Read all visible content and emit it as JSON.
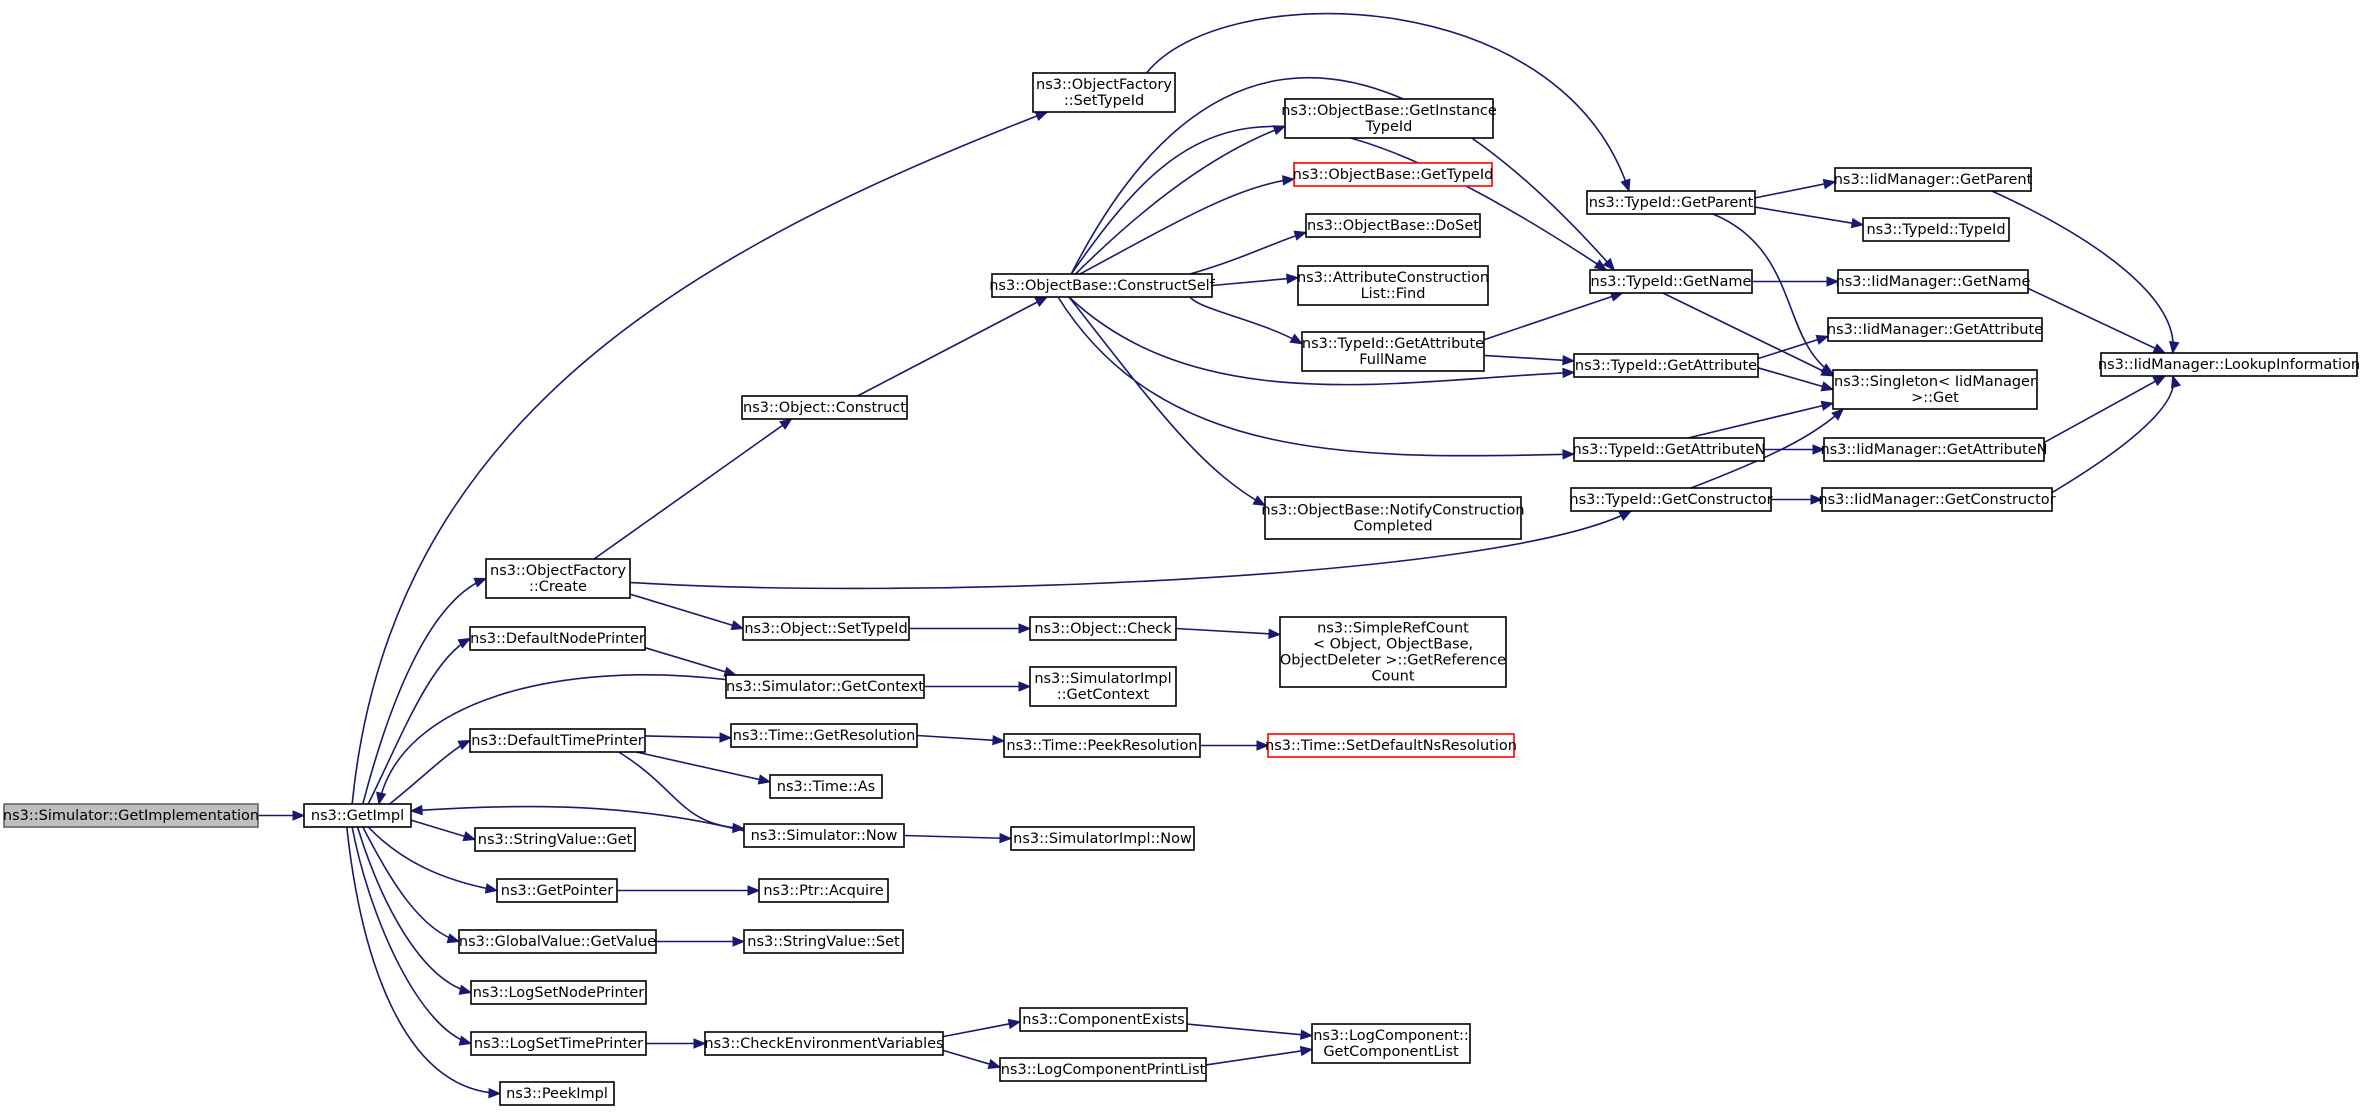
{
  "graph": {
    "type": "call-graph",
    "node_label_color": "#000000",
    "edge_color": "#191970",
    "root_fill": "#bfbfbf",
    "highlight_border": "#ff0000",
    "nodes": [
      {
        "id": "n_sim_getimpl",
        "lines": [
          "ns3::Simulator::GetImplementation"
        ],
        "style": "root"
      },
      {
        "id": "n_getimpl",
        "lines": [
          "ns3::GetImpl"
        ]
      },
      {
        "id": "n_of_settypeid",
        "lines": [
          "ns3::ObjectFactory",
          "::SetTypeId"
        ]
      },
      {
        "id": "n_ob_getinst",
        "lines": [
          "ns3::ObjectBase::GetInstance",
          "TypeId"
        ]
      },
      {
        "id": "n_ob_gettypeid",
        "lines": [
          "ns3::ObjectBase::GetTypeId"
        ],
        "style": "red"
      },
      {
        "id": "n_ob_doset",
        "lines": [
          "ns3::ObjectBase::DoSet"
        ]
      },
      {
        "id": "n_ob_construct",
        "lines": [
          "ns3::ObjectBase::ConstructSelf"
        ]
      },
      {
        "id": "n_acl_find",
        "lines": [
          "ns3::AttributeConstruction",
          "List::Find"
        ]
      },
      {
        "id": "n_tid_getattrfull",
        "lines": [
          "ns3::TypeId::GetAttribute",
          "FullName"
        ]
      },
      {
        "id": "n_obj_construct",
        "lines": [
          "ns3::Object::Construct"
        ]
      },
      {
        "id": "n_ob_notify",
        "lines": [
          "ns3::ObjectBase::NotifyConstruction",
          "Completed"
        ]
      },
      {
        "id": "n_tid_getparent",
        "lines": [
          "ns3::TypeId::GetParent"
        ]
      },
      {
        "id": "n_tid_getname",
        "lines": [
          "ns3::TypeId::GetName"
        ]
      },
      {
        "id": "n_tid_getattr",
        "lines": [
          "ns3::TypeId::GetAttribute"
        ]
      },
      {
        "id": "n_tid_getattrn",
        "lines": [
          "ns3::TypeId::GetAttributeN"
        ]
      },
      {
        "id": "n_tid_getctor",
        "lines": [
          "ns3::TypeId::GetConstructor"
        ]
      },
      {
        "id": "n_iid_getparent",
        "lines": [
          "ns3::IidManager::GetParent"
        ]
      },
      {
        "id": "n_tid_typeid",
        "lines": [
          "ns3::TypeId::TypeId"
        ]
      },
      {
        "id": "n_iid_getname",
        "lines": [
          "ns3::IidManager::GetName"
        ]
      },
      {
        "id": "n_iid_getattr",
        "lines": [
          "ns3::IidManager::GetAttribute"
        ]
      },
      {
        "id": "n_singleton_get",
        "lines": [
          "ns3::Singleton< IidManager",
          ">::Get"
        ]
      },
      {
        "id": "n_iid_getattrn",
        "lines": [
          "ns3::IidManager::GetAttributeN"
        ]
      },
      {
        "id": "n_iid_getctor",
        "lines": [
          "ns3::IidManager::GetConstructor"
        ]
      },
      {
        "id": "n_iid_lookup",
        "lines": [
          "ns3::IidManager::LookupInformation"
        ]
      },
      {
        "id": "n_of_create",
        "lines": [
          "ns3::ObjectFactory",
          "::Create"
        ]
      },
      {
        "id": "n_obj_settypeid",
        "lines": [
          "ns3::Object::SetTypeId"
        ]
      },
      {
        "id": "n_obj_check",
        "lines": [
          "ns3::Object::Check"
        ]
      },
      {
        "id": "n_simplerefcount",
        "lines": [
          "ns3::SimpleRefCount",
          "< Object, ObjectBase,",
          "ObjectDeleter >::GetReference",
          "Count"
        ]
      },
      {
        "id": "n_defnodeprinter",
        "lines": [
          "ns3::DefaultNodePrinter"
        ]
      },
      {
        "id": "n_sim_getcontext",
        "lines": [
          "ns3::Simulator::GetContext"
        ]
      },
      {
        "id": "n_simimpl_getcontext",
        "lines": [
          "ns3::SimulatorImpl",
          "::GetContext"
        ]
      },
      {
        "id": "n_deftimeprinter",
        "lines": [
          "ns3::DefaultTimePrinter"
        ]
      },
      {
        "id": "n_time_getres",
        "lines": [
          "ns3::Time::GetResolution"
        ]
      },
      {
        "id": "n_time_peekres",
        "lines": [
          "ns3::Time::PeekResolution"
        ]
      },
      {
        "id": "n_time_setdefns",
        "lines": [
          "ns3::Time::SetDefaultNsResolution"
        ],
        "style": "red"
      },
      {
        "id": "n_time_as",
        "lines": [
          "ns3::Time::As"
        ]
      },
      {
        "id": "n_stringvalue_get",
        "lines": [
          "ns3::StringValue::Get"
        ]
      },
      {
        "id": "n_sim_now",
        "lines": [
          "ns3::Simulator::Now"
        ]
      },
      {
        "id": "n_simimpl_now",
        "lines": [
          "ns3::SimulatorImpl::Now"
        ]
      },
      {
        "id": "n_getpointer",
        "lines": [
          "ns3::GetPointer"
        ]
      },
      {
        "id": "n_ptr_acquire",
        "lines": [
          "ns3::Ptr::Acquire"
        ]
      },
      {
        "id": "n_gv_getvalue",
        "lines": [
          "ns3::GlobalValue::GetValue"
        ]
      },
      {
        "id": "n_stringvalue_set",
        "lines": [
          "ns3::StringValue::Set"
        ]
      },
      {
        "id": "n_logsetnodeprinter",
        "lines": [
          "ns3::LogSetNodePrinter"
        ]
      },
      {
        "id": "n_logsettimeprinter",
        "lines": [
          "ns3::LogSetTimePrinter"
        ]
      },
      {
        "id": "n_checkenv",
        "lines": [
          "ns3::CheckEnvironmentVariables"
        ]
      },
      {
        "id": "n_compexists",
        "lines": [
          "ns3::ComponentExists"
        ]
      },
      {
        "id": "n_logcompprintlist",
        "lines": [
          "ns3::LogComponentPrintList"
        ]
      },
      {
        "id": "n_logcomp_getlist",
        "lines": [
          "ns3::LogComponent::",
          "GetComponentList"
        ]
      },
      {
        "id": "n_peekimpl",
        "lines": [
          "ns3::PeekImpl"
        ]
      }
    ],
    "edges": [
      [
        "n_sim_getimpl",
        "n_getimpl"
      ],
      [
        "n_getimpl",
        "n_of_settypeid"
      ],
      [
        "n_getimpl",
        "n_of_create"
      ],
      [
        "n_getimpl",
        "n_defnodeprinter"
      ],
      [
        "n_getimpl",
        "n_deftimeprinter"
      ],
      [
        "n_getimpl",
        "n_stringvalue_get"
      ],
      [
        "n_getimpl",
        "n_getpointer"
      ],
      [
        "n_getimpl",
        "n_gv_getvalue"
      ],
      [
        "n_getimpl",
        "n_logsetnodeprinter"
      ],
      [
        "n_getimpl",
        "n_logsettimeprinter"
      ],
      [
        "n_getimpl",
        "n_peekimpl"
      ],
      [
        "n_sim_getcontext",
        "n_getimpl"
      ],
      [
        "n_sim_now",
        "n_getimpl"
      ],
      [
        "n_of_settypeid",
        "n_tid_getparent"
      ],
      [
        "n_of_create",
        "n_obj_construct"
      ],
      [
        "n_of_create",
        "n_obj_settypeid"
      ],
      [
        "n_of_create",
        "n_tid_getctor"
      ],
      [
        "n_obj_construct",
        "n_ob_construct"
      ],
      [
        "n_ob_construct",
        "n_ob_getinst"
      ],
      [
        "n_ob_construct",
        "n_ob_gettypeid"
      ],
      [
        "n_ob_construct",
        "n_ob_doset"
      ],
      [
        "n_ob_construct",
        "n_acl_find"
      ],
      [
        "n_ob_construct",
        "n_tid_getattrfull"
      ],
      [
        "n_ob_construct",
        "n_ob_notify"
      ],
      [
        "n_ob_construct",
        "n_tid_getname"
      ],
      [
        "n_ob_construct",
        "n_tid_getparent"
      ],
      [
        "n_ob_construct",
        "n_tid_getattr"
      ],
      [
        "n_ob_construct",
        "n_tid_getattrn"
      ],
      [
        "n_tid_getattrfull",
        "n_tid_getname"
      ],
      [
        "n_tid_getattrfull",
        "n_tid_getattr"
      ],
      [
        "n_tid_getparent",
        "n_iid_getparent"
      ],
      [
        "n_tid_getparent",
        "n_tid_typeid"
      ],
      [
        "n_tid_getparent",
        "n_singleton_get"
      ],
      [
        "n_tid_getname",
        "n_iid_getname"
      ],
      [
        "n_tid_getname",
        "n_singleton_get"
      ],
      [
        "n_tid_getattr",
        "n_iid_getattr"
      ],
      [
        "n_tid_getattr",
        "n_singleton_get"
      ],
      [
        "n_tid_getattrn",
        "n_iid_getattrn"
      ],
      [
        "n_tid_getattrn",
        "n_singleton_get"
      ],
      [
        "n_tid_getctor",
        "n_iid_getctor"
      ],
      [
        "n_tid_getctor",
        "n_singleton_get"
      ],
      [
        "n_iid_getparent",
        "n_iid_lookup"
      ],
      [
        "n_iid_getname",
        "n_iid_lookup"
      ],
      [
        "n_iid_getattrn",
        "n_iid_lookup"
      ],
      [
        "n_iid_getctor",
        "n_iid_lookup"
      ],
      [
        "n_obj_settypeid",
        "n_obj_check"
      ],
      [
        "n_obj_check",
        "n_simplerefcount"
      ],
      [
        "n_defnodeprinter",
        "n_sim_getcontext"
      ],
      [
        "n_sim_getcontext",
        "n_simimpl_getcontext"
      ],
      [
        "n_deftimeprinter",
        "n_time_getres"
      ],
      [
        "n_deftimeprinter",
        "n_time_as"
      ],
      [
        "n_deftimeprinter",
        "n_sim_now"
      ],
      [
        "n_time_getres",
        "n_time_peekres"
      ],
      [
        "n_time_peekres",
        "n_time_setdefns"
      ],
      [
        "n_sim_now",
        "n_simimpl_now"
      ],
      [
        "n_getpointer",
        "n_ptr_acquire"
      ],
      [
        "n_gv_getvalue",
        "n_stringvalue_set"
      ],
      [
        "n_logsettimeprinter",
        "n_checkenv"
      ],
      [
        "n_checkenv",
        "n_compexists"
      ],
      [
        "n_checkenv",
        "n_logcompprintlist"
      ],
      [
        "n_compexists",
        "n_logcomp_getlist"
      ],
      [
        "n_logcompprintlist",
        "n_logcomp_getlist"
      ]
    ]
  }
}
